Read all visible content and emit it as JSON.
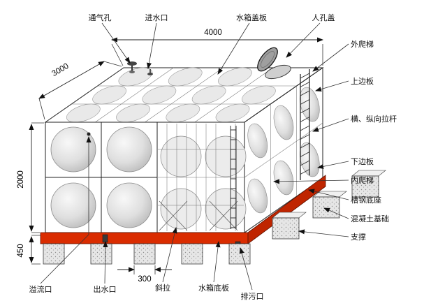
{
  "diagram": {
    "type": "technical-illustration",
    "subject": "stainless-steel panel water tank assembly",
    "colors": {
      "background": "#ffffff",
      "base_red": "#da2c00",
      "base_red_side": "#bf2500",
      "panel_light": "#e9e9e9",
      "panel_mid": "#dcdcdc",
      "panel_dark": "#d6d6d6",
      "concrete": "#e6e6e6",
      "line": "#1a1a1a"
    },
    "callouts": {
      "vent": "通气孔",
      "inlet": "进水口",
      "cover_plate": "水箱盖板",
      "manhole_cover": "人孔盖",
      "external_ladder": "外爬梯",
      "upper_side_plate": "上边板",
      "tie_rods": "横、纵向拉杆",
      "lower_side_plate": "下边板",
      "internal_ladder": "内爬梯",
      "channel_steel_base": "槽钢底座",
      "concrete_foundation": "混凝土基础",
      "support": "支撑",
      "overflow": "溢流口",
      "outlet": "出水口",
      "diagonal_brace": "斜拉",
      "tank_bottom_plate": "水箱底板",
      "drain": "排污口"
    },
    "dimensions": {
      "length": "4000",
      "width": "3000",
      "height": "2000",
      "foundation_height": "450",
      "support_width": "300"
    }
  }
}
